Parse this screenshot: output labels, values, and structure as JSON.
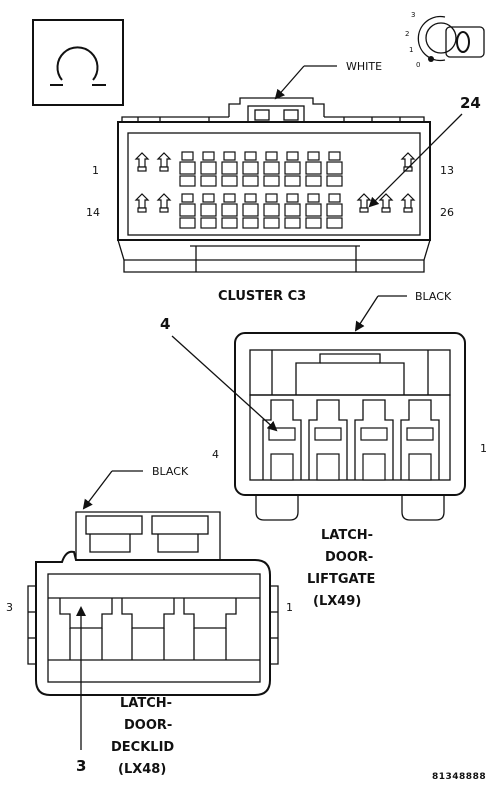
{
  "cluster_c3": {
    "color_label": "WHITE",
    "name": "CLUSTER C3",
    "pin_top_left": "1",
    "pin_top_right": "13",
    "pin_bottom_left": "14",
    "pin_bottom_right": "26",
    "callout_pin": "24"
  },
  "liftgate": {
    "color_label": "BLACK",
    "name_line1": "LATCH-",
    "name_line2": "DOOR-",
    "name_line3": "LIFTGATE",
    "name_line4": "(LX49)",
    "pin_left": "4",
    "pin_right": "1",
    "callout_pin": "4"
  },
  "decklid": {
    "color_label": "BLACK",
    "name_line1": "LATCH-",
    "name_line2": "DOOR-",
    "name_line3": "DECKLID",
    "name_line4": "(LX48)",
    "pin_left": "3",
    "pin_right": "1",
    "callout_pin": "3"
  },
  "ignition_positions": [
    "3",
    "2",
    "1",
    "0"
  ],
  "figure_code": "81348888",
  "icons": {
    "view_symbol": "circle-arrow-icon",
    "ignition": "ignition-key-icon"
  }
}
